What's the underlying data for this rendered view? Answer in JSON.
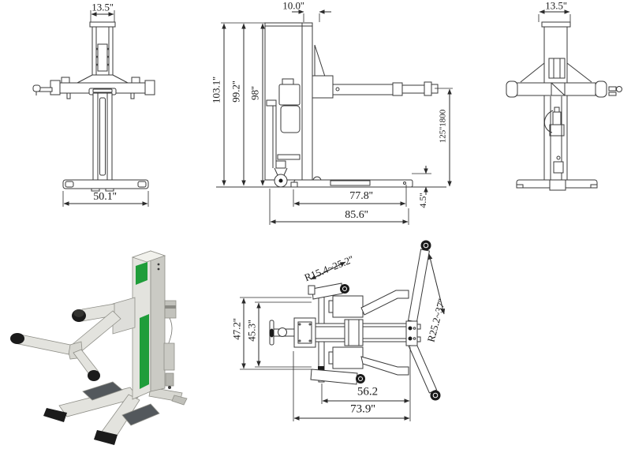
{
  "drawing": {
    "type": "technical-drawing",
    "subject": "single post mobile car lift",
    "views": {
      "front": {
        "name": "front-view",
        "dims": {
          "top_width": "13.5''",
          "base_width": "50.1''"
        }
      },
      "side": {
        "name": "side-view",
        "dims": {
          "top_depth": "10.0''",
          "overall_height": "103.1''",
          "column_height": "99.2''",
          "inner_height": "98''",
          "lift_height": "125''1800",
          "floor_length": "77.8''",
          "overall_length": "85.6''",
          "pad_height": "4.5''"
        }
      },
      "rear": {
        "name": "rear-view",
        "dims": {
          "top_width": "13.5''"
        }
      },
      "iso": {
        "name": "isometric-3d-view",
        "colors": {
          "body": "#e3e3de",
          "body_side": "#cacac4",
          "body_top": "#f1f1ec",
          "accent_green": "#1f9d3a",
          "rubber_pad": "#1b1b1b",
          "ramp": "#53585c"
        }
      },
      "plan": {
        "name": "top-plan-view",
        "dims": {
          "short_arm_reach": "R15.4~25.2''",
          "long_arm_reach": "R25.2~37''",
          "overall_width": "47.2''",
          "track_width": "45.3''",
          "base_span": "56.2",
          "overall_span": "73.9''"
        }
      }
    }
  }
}
